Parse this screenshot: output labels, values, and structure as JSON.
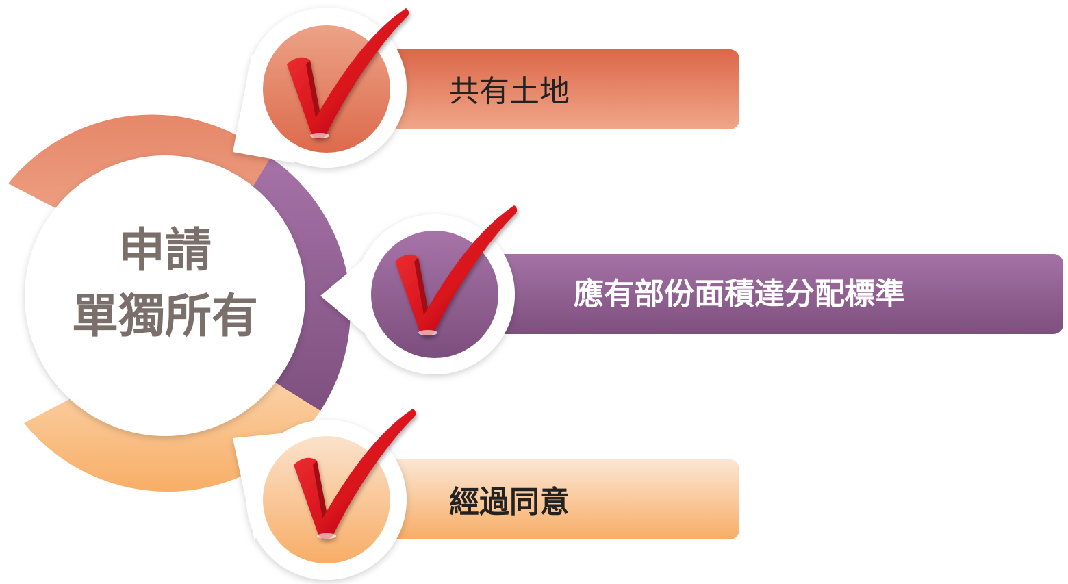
{
  "center": {
    "line1": "申請",
    "line2": "單獨所有"
  },
  "items": [
    {
      "label": "共有土地",
      "color": "#e3775a",
      "text_color": "#222222"
    },
    {
      "label": "應有部份面積達分配標準",
      "color": "#8e5b8e",
      "text_color": "#ffffff"
    },
    {
      "label": "經過同意",
      "color": "#f9b572",
      "text_color": "#222222"
    }
  ],
  "colors": {
    "ring_top": "#e99373",
    "ring_middle": "#9a6a9c",
    "ring_bottom": "#f8c48e",
    "center_text": "#7a6f6b",
    "check_mark": "#d8121c",
    "check_shade": "#8f0a10"
  },
  "icons": [
    "check-mark-icon",
    "check-mark-icon",
    "check-mark-icon"
  ]
}
